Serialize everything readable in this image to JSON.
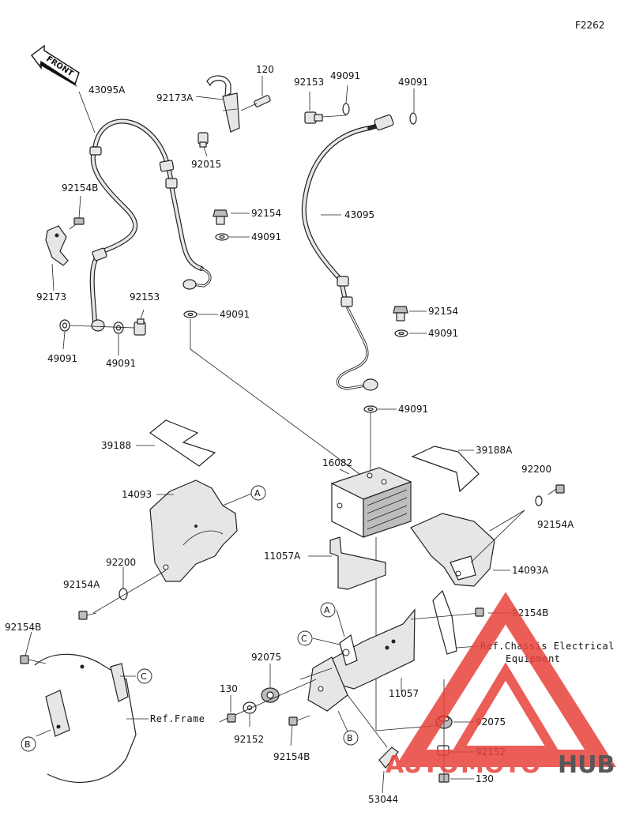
{
  "figure_code": "F2262",
  "front_label": "FRONT",
  "parts": {
    "p43095A": "43095A",
    "p92173A": "92173A",
    "p120_top": "120",
    "p92015": "92015",
    "p92154B_left": "92154B",
    "p92173": "92173",
    "p92153_left": "92153",
    "p49091_l1": "49091",
    "p49091_l2": "49091",
    "p92154_mid": "92154",
    "p49091_m1": "49091",
    "p49091_m2": "49091",
    "p92153_right": "92153",
    "p49091_r1": "49091",
    "p49091_r2": "49091",
    "p43095": "43095",
    "p92154_right": "92154",
    "p49091_r3": "49091",
    "p49091_r4": "49091",
    "p39188": "39188",
    "p39188A": "39188A",
    "p16082": "16082",
    "p14093": "14093",
    "p92200_left": "92200",
    "p92154A_left": "92154A",
    "p92200_right": "92200",
    "p92154A_right": "92154A",
    "p14093A": "14093A",
    "p11057A": "11057A",
    "p92154B_mr": "92154B",
    "p92154B_ll": "92154B",
    "p92075_left": "92075",
    "p130_left": "130",
    "p92152_left": "92152",
    "p92154B_bottom": "92154B",
    "p11057": "11057",
    "p92075_right": "92075",
    "p92152_right": "92152",
    "p130_right": "130",
    "p53044": "53044"
  },
  "refs": {
    "chassis_line1": "Ref.Chassis Electrical",
    "chassis_line2": "Equipment",
    "frame": "Ref.Frame"
  },
  "callouts": {
    "A1": "A",
    "A2": "A",
    "B1": "B",
    "B2": "B",
    "C1": "C",
    "C2": "C"
  },
  "watermark": {
    "auto": "AUTO",
    "moto": "MOTO",
    "hub": "HUB",
    "color_red": "#e8423b",
    "color_dark": "#3a3a3a"
  }
}
